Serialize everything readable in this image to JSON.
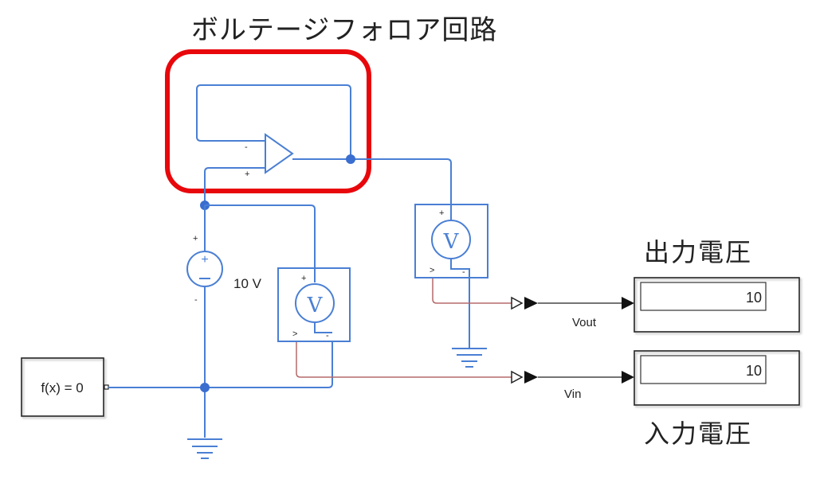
{
  "title": "ボルテージフォロア回路",
  "highlight_color": "#e8080c",
  "wire_color": "#4a7fd4",
  "signal_color": "#b56a6a",
  "opamp": {
    "minus_label": "-",
    "plus_label": "+"
  },
  "voltage_source": {
    "label": "10 V",
    "plus": "+",
    "minus": "-"
  },
  "voltmeter_in": {
    "symbol": "V",
    "plus": "+",
    "minus": "-",
    "out_port": ">"
  },
  "voltmeter_out": {
    "symbol": "V",
    "plus": "+",
    "minus": "-",
    "out_port": ">"
  },
  "solver_block": {
    "label": "f(x) = 0"
  },
  "signals": {
    "vout": "Vout",
    "vin": "Vin"
  },
  "displays": {
    "output": {
      "caption": "出力電圧",
      "value": "10"
    },
    "input": {
      "caption": "入力電圧",
      "value": "10"
    }
  }
}
